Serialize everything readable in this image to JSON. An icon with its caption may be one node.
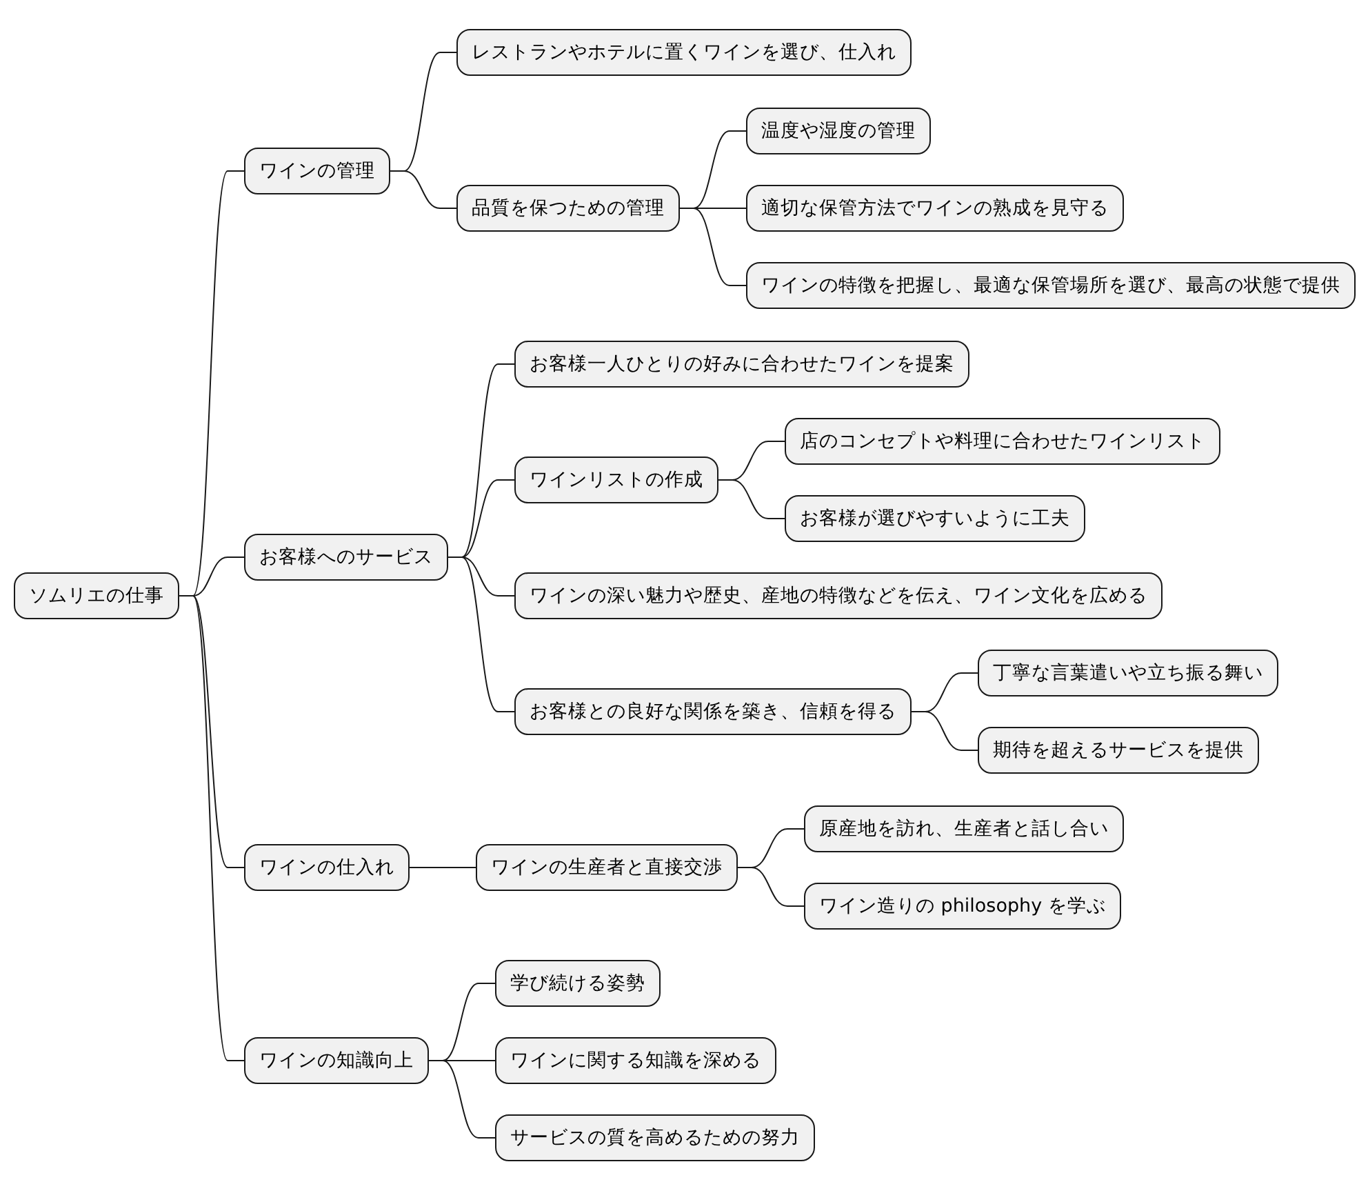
{
  "diagram": {
    "nodes": [
      {
        "text": [
          "ソムリエの仕事"
        ]
      },
      {
        "text": [
          "ワインの管理"
        ]
      },
      {
        "text": [
          "レストランやホテルに置くワインを選び、仕入れ"
        ]
      },
      {
        "text": [
          "品質を保つための管理"
        ]
      },
      {
        "text": [
          "温度や湿度の管理"
        ]
      },
      {
        "text": [
          "適切な保管方法でワインの熟成を見守る"
        ]
      },
      {
        "text": [
          "ワインの特徴を把握し、最適な保管場所を選び、最高の状態で提供"
        ]
      },
      {
        "text": [
          "お客様へのサービス"
        ]
      },
      {
        "text": [
          "お客様一人ひとりの好みに合わせたワインを提案"
        ]
      },
      {
        "text": [
          "ワインリストの作成"
        ]
      },
      {
        "text": [
          "店のコンセプトや料理に合わせたワインリスト"
        ]
      },
      {
        "text": [
          "お客様が選びやすいように工夫"
        ]
      },
      {
        "text": [
          "ワインの深い魅力や歴史、産地の特徴などを伝え、ワイン文化を広める"
        ]
      },
      {
        "text": [
          "お客様との良好な関係を築き、信頼を得る"
        ]
      },
      {
        "text": [
          "丁寧な言葉遣いや立ち振る舞い"
        ]
      },
      {
        "text": [
          "期待を超えるサービスを提供"
        ]
      },
      {
        "text": [
          "ワインの仕入れ"
        ]
      },
      {
        "text": [
          "ワインの生産者と直接交渉"
        ]
      },
      {
        "text": [
          "原産地を訪れ、生産者と話し合い"
        ]
      },
      {
        "text": [
          "ワイン造りの philosophy を学ぶ"
        ]
      },
      {
        "text": [
          "ワインの知識向上"
        ]
      },
      {
        "text": [
          "学び続ける姿勢"
        ]
      },
      {
        "text": [
          "ワインに関する知識を深める"
        ]
      },
      {
        "text": [
          "サービスの質を高めるための努力"
        ]
      }
    ],
    "edges": [
      {
        "from": 0,
        "to": 1,
        "arrow": "none"
      },
      {
        "from": 1,
        "to": 2,
        "arrow": "none"
      },
      {
        "from": 1,
        "to": 3,
        "arrow": "none"
      },
      {
        "from": 3,
        "to": 4,
        "arrow": "none"
      },
      {
        "from": 3,
        "to": 5,
        "arrow": "none"
      },
      {
        "from": 3,
        "to": 6,
        "arrow": "none"
      },
      {
        "from": 0,
        "to": 7,
        "arrow": "none"
      },
      {
        "from": 7,
        "to": 8,
        "arrow": "none"
      },
      {
        "from": 7,
        "to": 9,
        "arrow": "none"
      },
      {
        "from": 9,
        "to": 10,
        "arrow": "none"
      },
      {
        "from": 9,
        "to": 11,
        "arrow": "none"
      },
      {
        "from": 7,
        "to": 12,
        "arrow": "none"
      },
      {
        "from": 7,
        "to": 13,
        "arrow": "none"
      },
      {
        "from": 13,
        "to": 14,
        "arrow": "none"
      },
      {
        "from": 13,
        "to": 15,
        "arrow": "none"
      },
      {
        "from": 0,
        "to": 16,
        "arrow": "none"
      },
      {
        "from": 16,
        "to": 17,
        "arrow": "none"
      },
      {
        "from": 17,
        "to": 18,
        "arrow": "none"
      },
      {
        "from": 17,
        "to": 19,
        "arrow": "none"
      },
      {
        "from": 0,
        "to": 20,
        "arrow": "none"
      },
      {
        "from": 20,
        "to": 21,
        "arrow": "none"
      },
      {
        "from": 20,
        "to": 22,
        "arrow": "none"
      },
      {
        "from": 20,
        "to": 23,
        "arrow": "none"
      }
    ]
  }
}
